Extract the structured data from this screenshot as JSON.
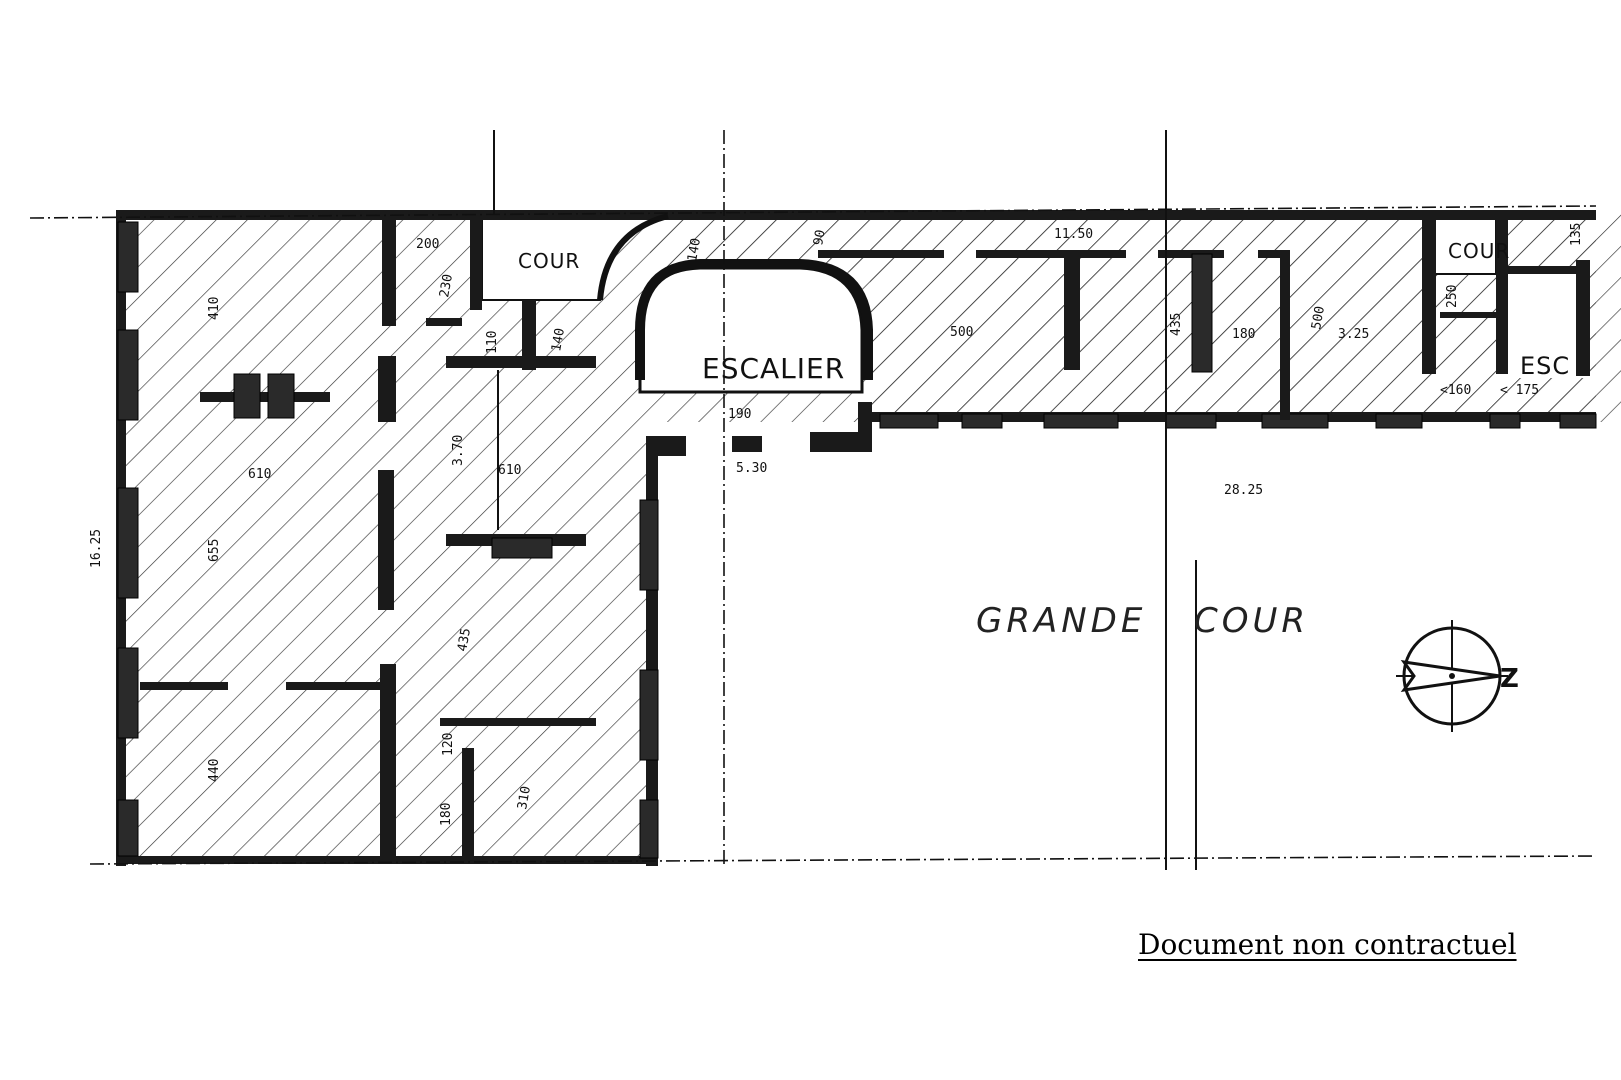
{
  "rooms": {
    "cour_left": "COUR",
    "escalier": "ESCALIER",
    "cour_right": "COUR",
    "esc": "ESC",
    "grande_cour_1": "GRANDE",
    "grande_cour_2": "COUR"
  },
  "dimensions": {
    "d_1625": "16.25",
    "d_410": "410",
    "d_610a": "610",
    "d_655": "655",
    "d_440": "440",
    "d_200": "200",
    "d_230": "230",
    "d_370": "3.70",
    "d_610b": "610",
    "d_435": "435",
    "d_120": "120",
    "d_180a": "180",
    "d_310": "310",
    "d_110": "110",
    "d_140a": "140",
    "d_140b": "140",
    "d_190": "190",
    "d_530": "5.30",
    "d_90": "90",
    "d_1150": "11.50",
    "d_500a": "500",
    "d_435b": "435",
    "d_180b": "180",
    "d_500b": "500",
    "d_325": "3.25",
    "d_250": "250",
    "d_135": "135",
    "d_160": "<160",
    "d_175": "< 175",
    "d_2825": "28.25"
  },
  "compass": {
    "north_letter": "Z"
  },
  "disclaimer": "Document non contractuel",
  "colors": {
    "ink": "#111111",
    "paper": "#ffffff"
  }
}
